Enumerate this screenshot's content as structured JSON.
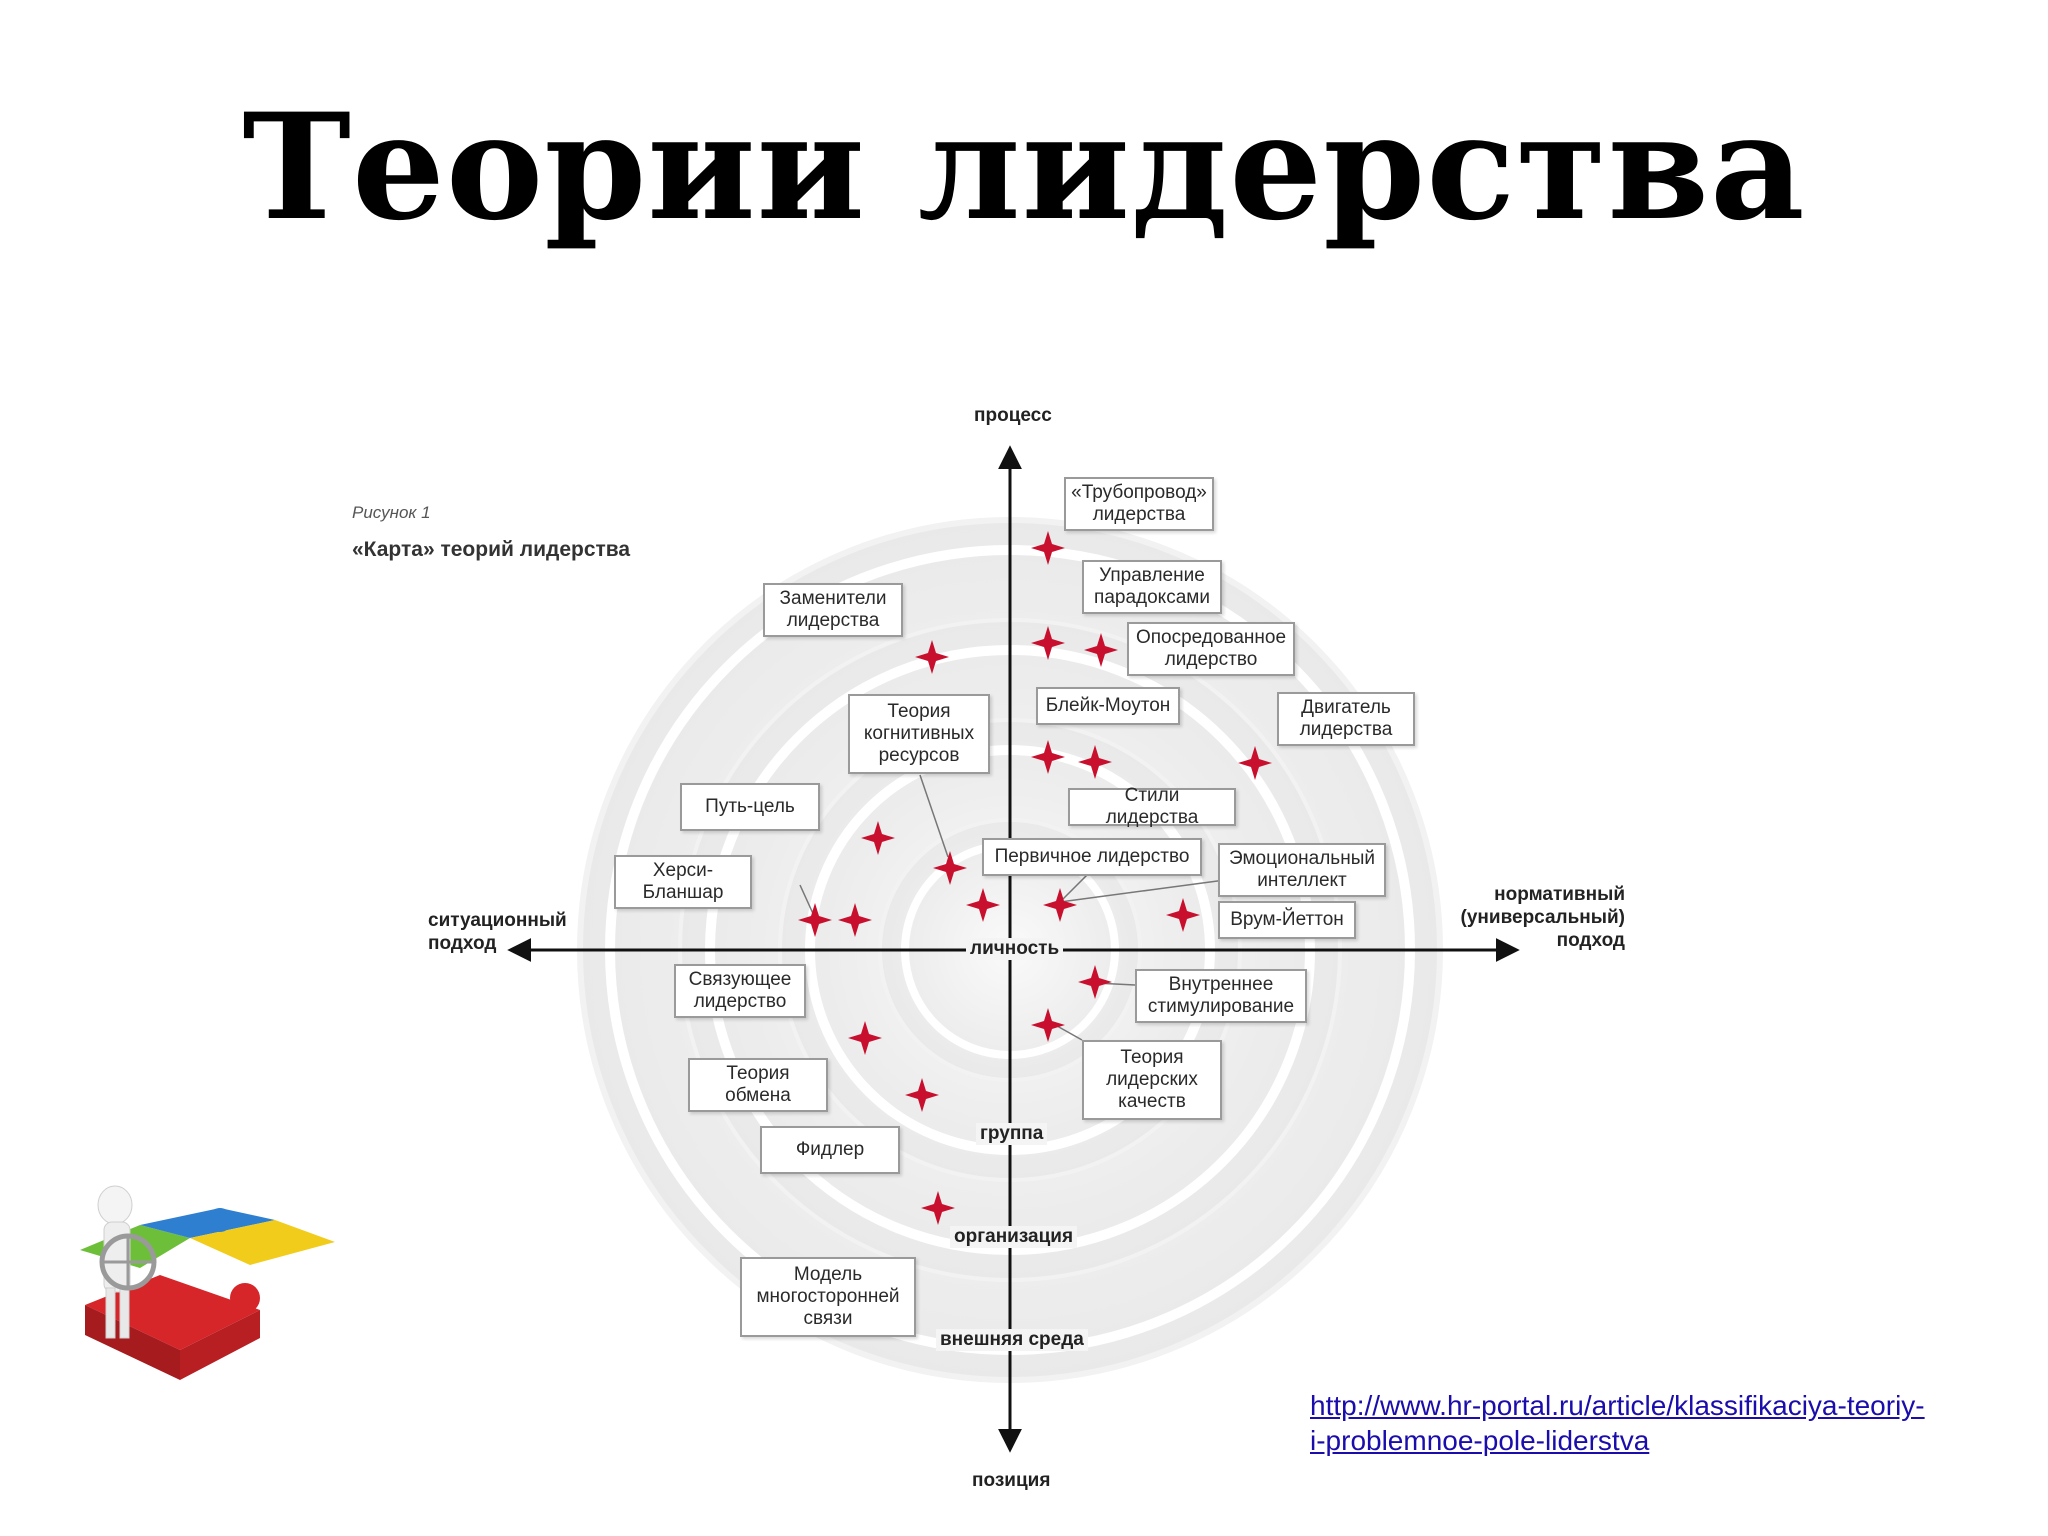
{
  "title": "Теории лидерства",
  "figure": {
    "number": "Рисунок 1",
    "caption": "«Карта» теорий лидерства"
  },
  "axes": {
    "top": "процесс",
    "bottom": "позиция",
    "left": "ситуационный\nподход",
    "right": "нормативный\n(универсальный)\nподход"
  },
  "rings": [
    "личность",
    "группа",
    "организация",
    "внешняя среда"
  ],
  "theories": [
    "«Трубопровод»\nлидерства",
    "Управление\nпарадоксами",
    "Опосредованное\nлидерство",
    "Заменители\nлидерства",
    "Двигатель\nлидерства",
    "Блейк-Моутон",
    "Теория\nкогнитивных\nресурсов",
    "Стили лидерства",
    "Путь-цель",
    "Первичное лидерство",
    "Эмоциональный\nинтеллект",
    "Херси-\nБланшар",
    "Врум-Йеттон",
    "Связующее\nлидерство",
    "Внутреннее\nстимулирование",
    "Теория\nобмена",
    "Теория\nлидерских\nкачеств",
    "Фидлер",
    "Модель\nмногосторонней\nсвязи"
  ],
  "source_link": "http://www.hr-portal.ru/article/klassifikaciya-teoriy-i-problemnoe-pole-liderstva",
  "colors": {
    "star": "#c8102e",
    "link": "#1a0dab",
    "ring_outer": "#eeeeee",
    "ring_inner": "#f7f7f7"
  },
  "decor": {
    "illustration": "puzzle-steering-wheel-figure"
  }
}
